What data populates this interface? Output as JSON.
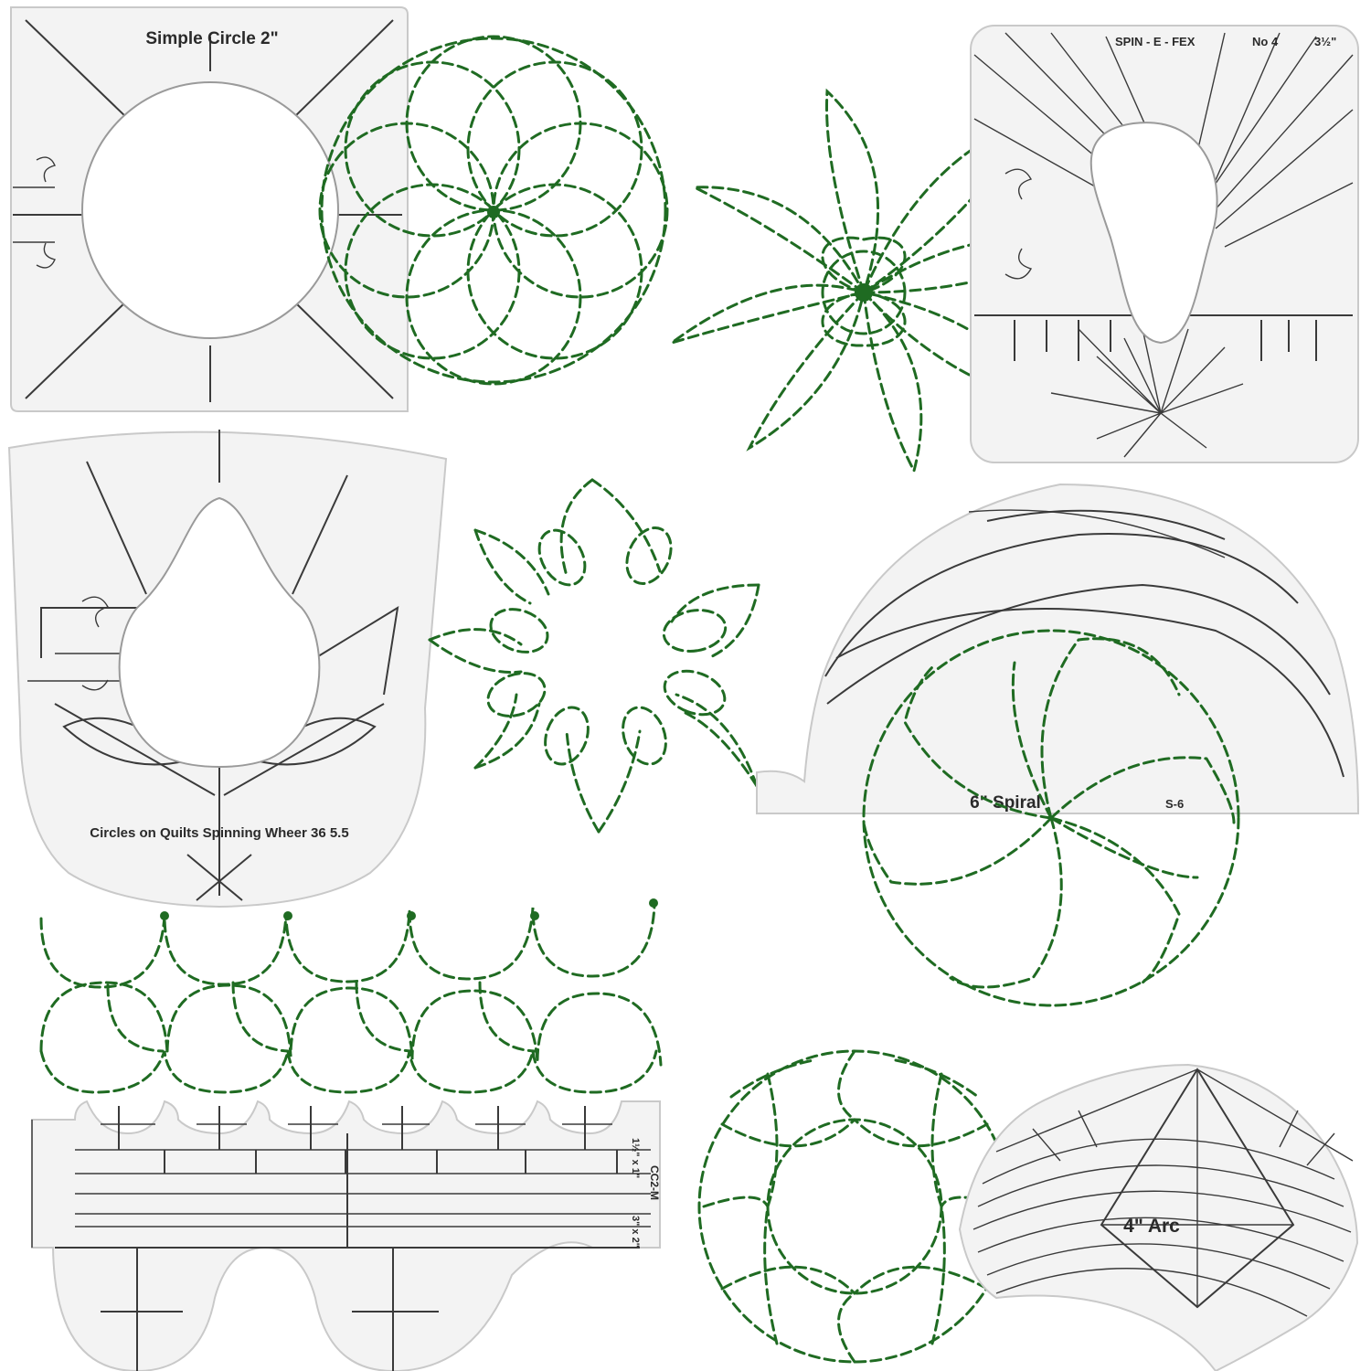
{
  "colors": {
    "stitch": "#1f6b22",
    "ruler_fill": "#f3f3f3",
    "ruler_line": "#3a3a3a",
    "background": "#ffffff"
  },
  "templates": {
    "simple_circle": {
      "label": "Simple Circle 2\""
    },
    "spin_e_fex": {
      "label": "SPIN - E - FEX",
      "number": "No 4",
      "size": "3½\""
    },
    "spinning_wheel": {
      "label": "Circles on Quilts Spinning Wheer 36 5.5"
    },
    "spiral": {
      "label": "6\" Spiral",
      "code": "S-6"
    },
    "clamshell": {
      "code": "CC2-M",
      "size_a": "1½\" x 1\"",
      "size_b": "3\" x 2\""
    },
    "arc": {
      "label": "4\" Arc"
    }
  }
}
